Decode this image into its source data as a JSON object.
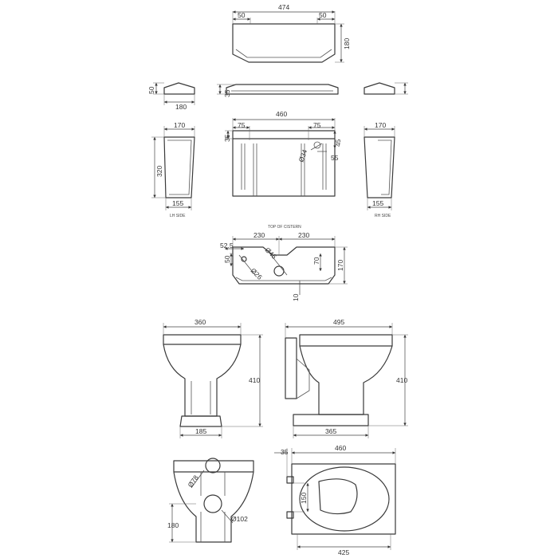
{
  "cistern": {
    "lid_top": {
      "width": "474",
      "inset_left": "50",
      "inset_right": "50",
      "depth": "180"
    },
    "lid_side_left": {
      "height": "50",
      "width": "180"
    },
    "lid_front": {
      "height": "35"
    },
    "front": {
      "width": "460",
      "recess_left": "75",
      "recess_right": "75",
      "top_offset": "35",
      "hole_diameter": "Ø34",
      "lever_drop": "45",
      "lever_offset": "55"
    },
    "side": {
      "width_top": "170",
      "height": "320",
      "width_bottom": "155"
    },
    "lh_side_label": "LH SIDE",
    "rh_side_label": "RH SIDE",
    "top_view": {
      "caption": "TOP OF CISTERN",
      "edge_offset": "52.5",
      "left_spacing": "230",
      "right_spacing": "230",
      "left_hole_offset": "50",
      "inlet_diameter": "Ø46",
      "outlet_diameter": "Ø26",
      "inlet_depth": "70",
      "depth": "170",
      "back_gap": "10"
    }
  },
  "pan": {
    "front": {
      "width": "360",
      "height": "410",
      "base_width": "185"
    },
    "side": {
      "length": "495",
      "height": "410",
      "base_length": "365"
    },
    "rear": {
      "outlet_diameter": "Ø78",
      "inlet_diameter": "Ø102",
      "outlet_height": "180"
    },
    "seat_plan": {
      "width": "460",
      "hinge_offset": "35",
      "hinge_spacing": "150",
      "base_width": "425"
    }
  }
}
